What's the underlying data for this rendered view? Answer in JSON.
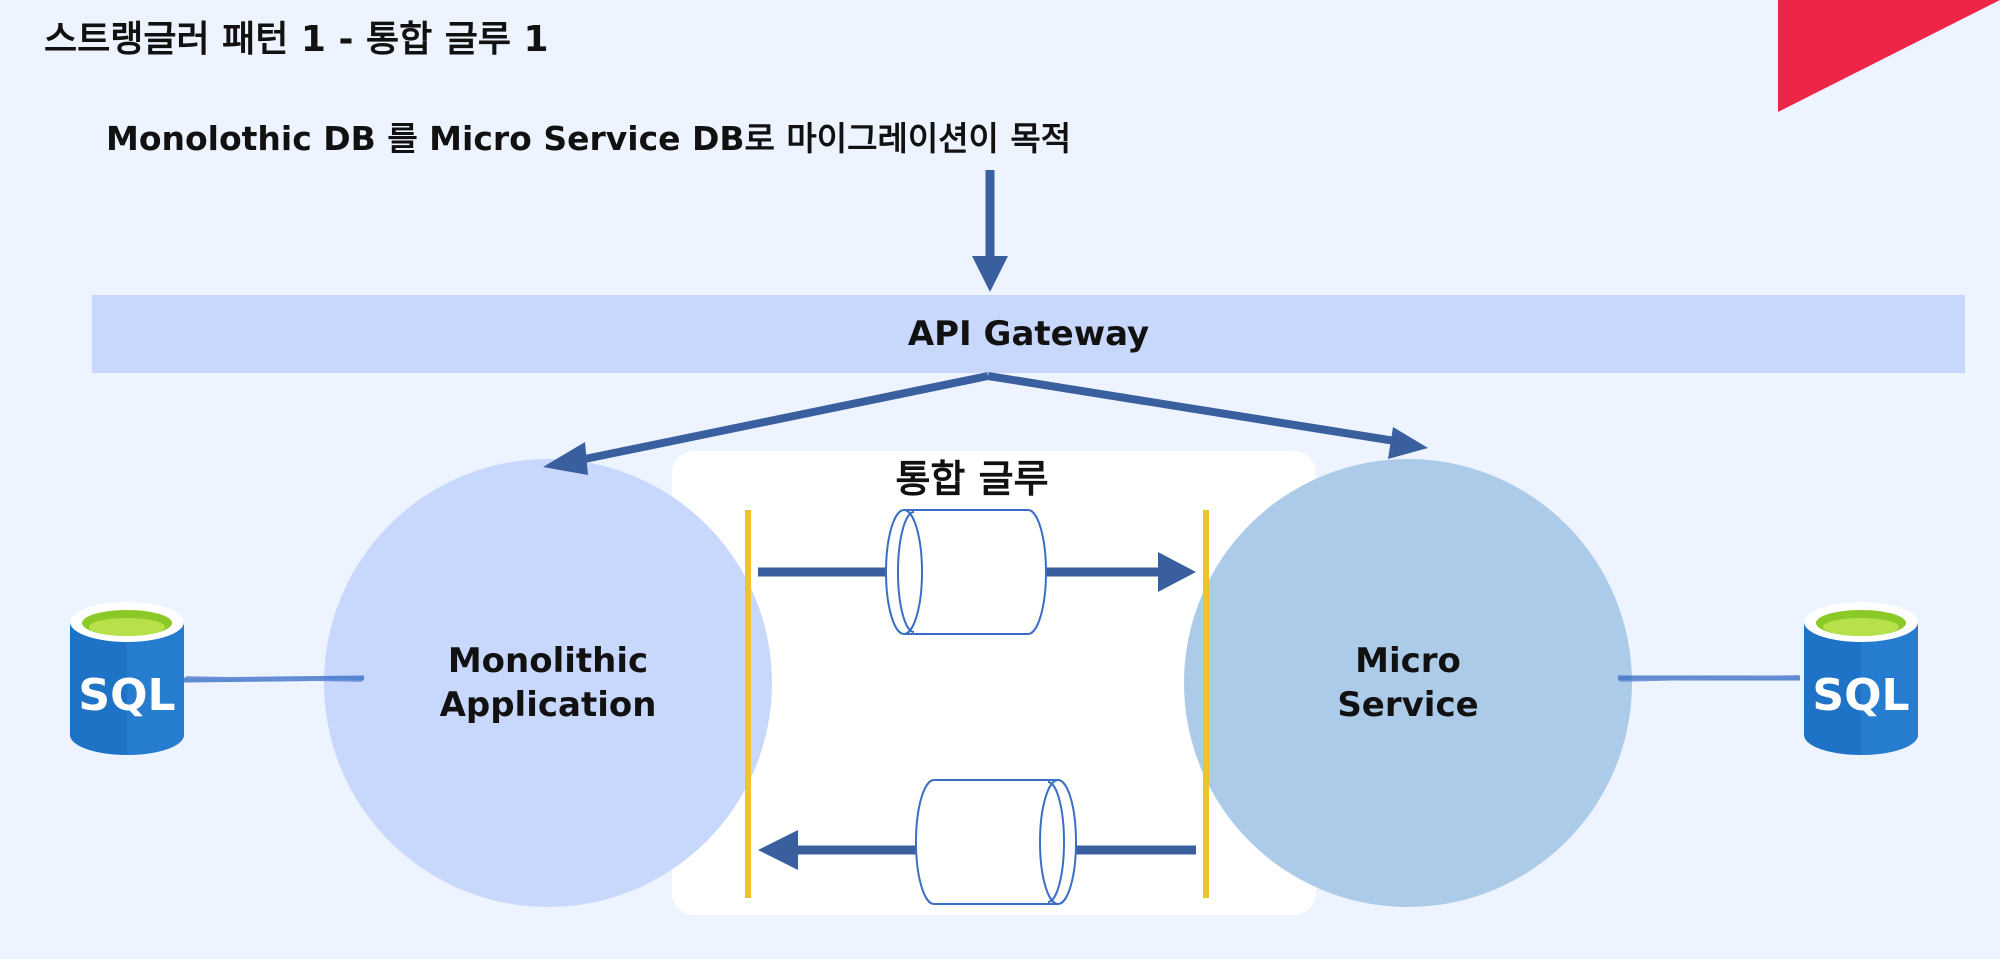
{
  "title": "스트랭글러 패턴 1 - 통합 글루 1",
  "subtitle": "Monolothic DB 를 Micro Service DB로 마이그레이션이 목적",
  "gateway": {
    "label": "API Gateway"
  },
  "glue": {
    "label": "통합 글루"
  },
  "monolith": {
    "label": "Monolithic\nApplication"
  },
  "microservice": {
    "label": "Micro\nService"
  },
  "databases": {
    "left_label": "SQL",
    "right_label": "SQL"
  },
  "colors": {
    "background": "#eef4ff",
    "gateway": "#c8d7fc",
    "monolith": "#c8d7fc",
    "microservice": "#abcbe8",
    "arrow": "#3a5f9f",
    "glue_bar": "#f2c12e",
    "accent": "#ec2549",
    "db_blue": "#1f73c6",
    "db_top": "#8ac926"
  }
}
